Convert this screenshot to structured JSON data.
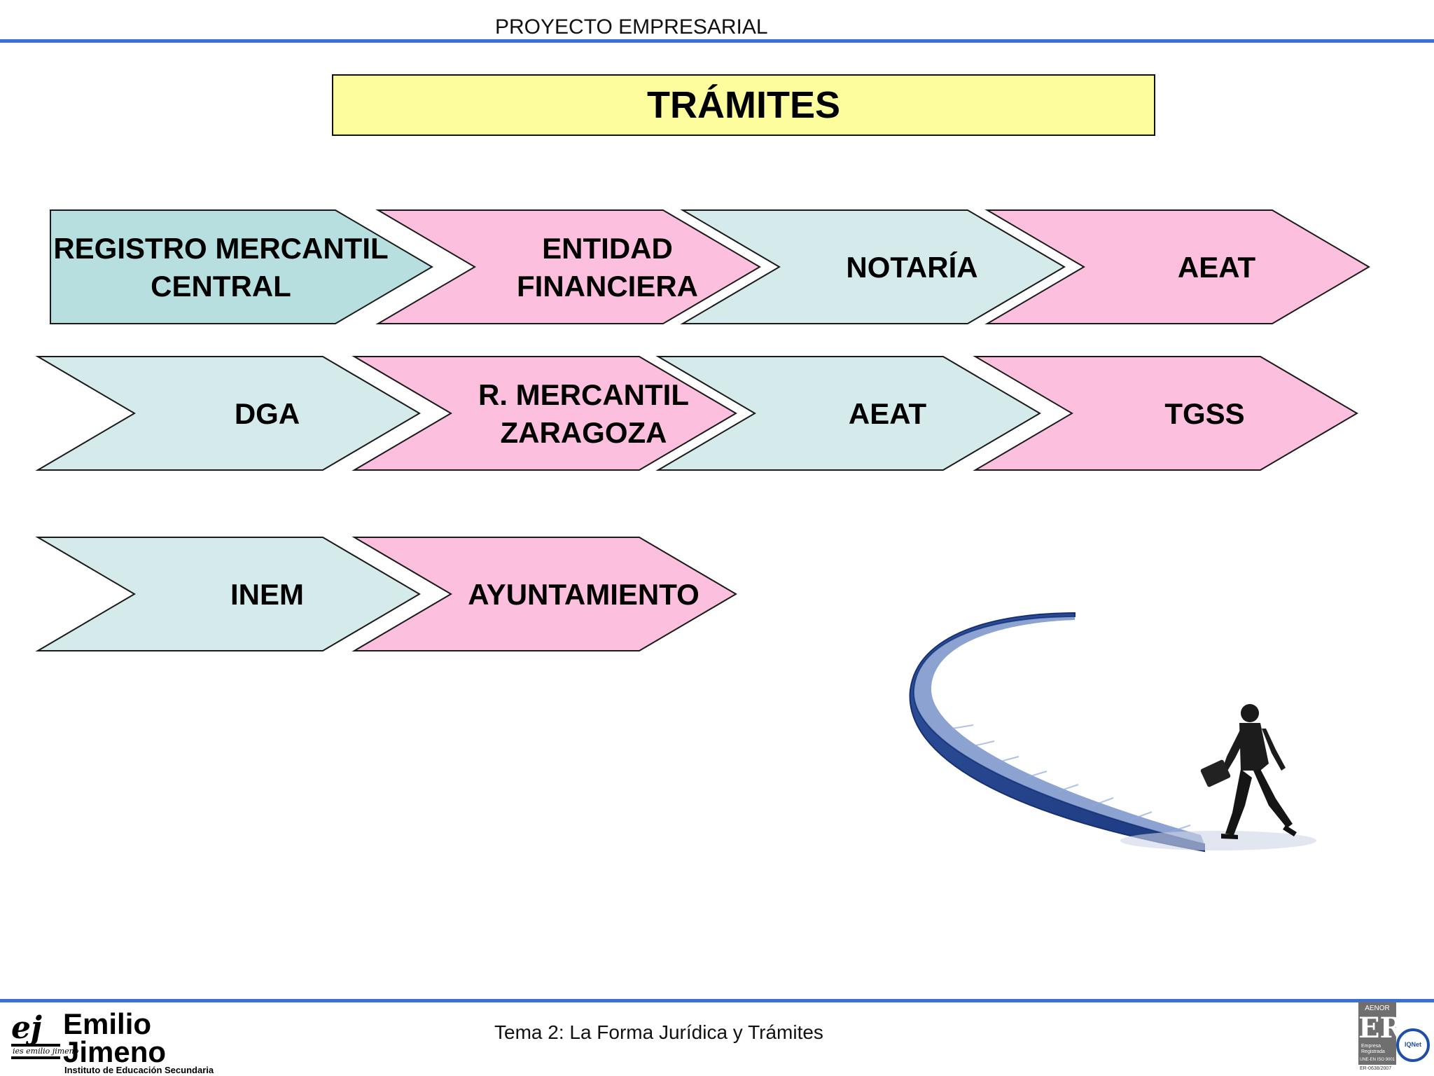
{
  "header": {
    "title": "PROYECTO EMPRESARIAL"
  },
  "slide": {
    "title": "TRÁMITES"
  },
  "colors": {
    "teal_dark": "#b7dfdf",
    "teal_light": "#d5eaea",
    "pink": "#fcc0de",
    "title_fill": "#fdfd9e",
    "rule": "#3a6fd8"
  },
  "steps": [
    {
      "label": "REGISTRO MERCANTIL\nCENTRAL",
      "color": "teal_dark",
      "row": 1
    },
    {
      "label": "ENTIDAD\nFINANCIERA",
      "color": "pink",
      "row": 1
    },
    {
      "label": "NOTARÍA",
      "color": "teal_light",
      "row": 1
    },
    {
      "label": "AEAT",
      "color": "pink",
      "row": 1
    },
    {
      "label": "DGA",
      "color": "teal_light",
      "row": 2
    },
    {
      "label": "R. MERCANTIL\nZARAGOZA",
      "color": "pink",
      "row": 2
    },
    {
      "label": "AEAT",
      "color": "teal_light",
      "row": 2
    },
    {
      "label": "TGSS",
      "color": "pink",
      "row": 2
    },
    {
      "label": "INEM",
      "color": "teal_light",
      "row": 3
    },
    {
      "label": "AYUNTAMIENTO",
      "color": "pink",
      "row": 3
    }
  ],
  "footer": {
    "subject": "Tema 2: La Forma Jurídica y Trámites",
    "school_mark": "ej",
    "school_mark_sub": "ies emilio jimeno",
    "school_name_1": "Emilio",
    "school_name_2": "Jimeno",
    "school_type": "Instituto de Educación Secundaria"
  },
  "certification": {
    "issuer": "AENOR",
    "mark": "ER",
    "line1": "Empresa",
    "line2": "Registrada",
    "standard": "UNE-EN ISO 9001",
    "number": "ER-0638/2007",
    "ring": "IQNet"
  }
}
